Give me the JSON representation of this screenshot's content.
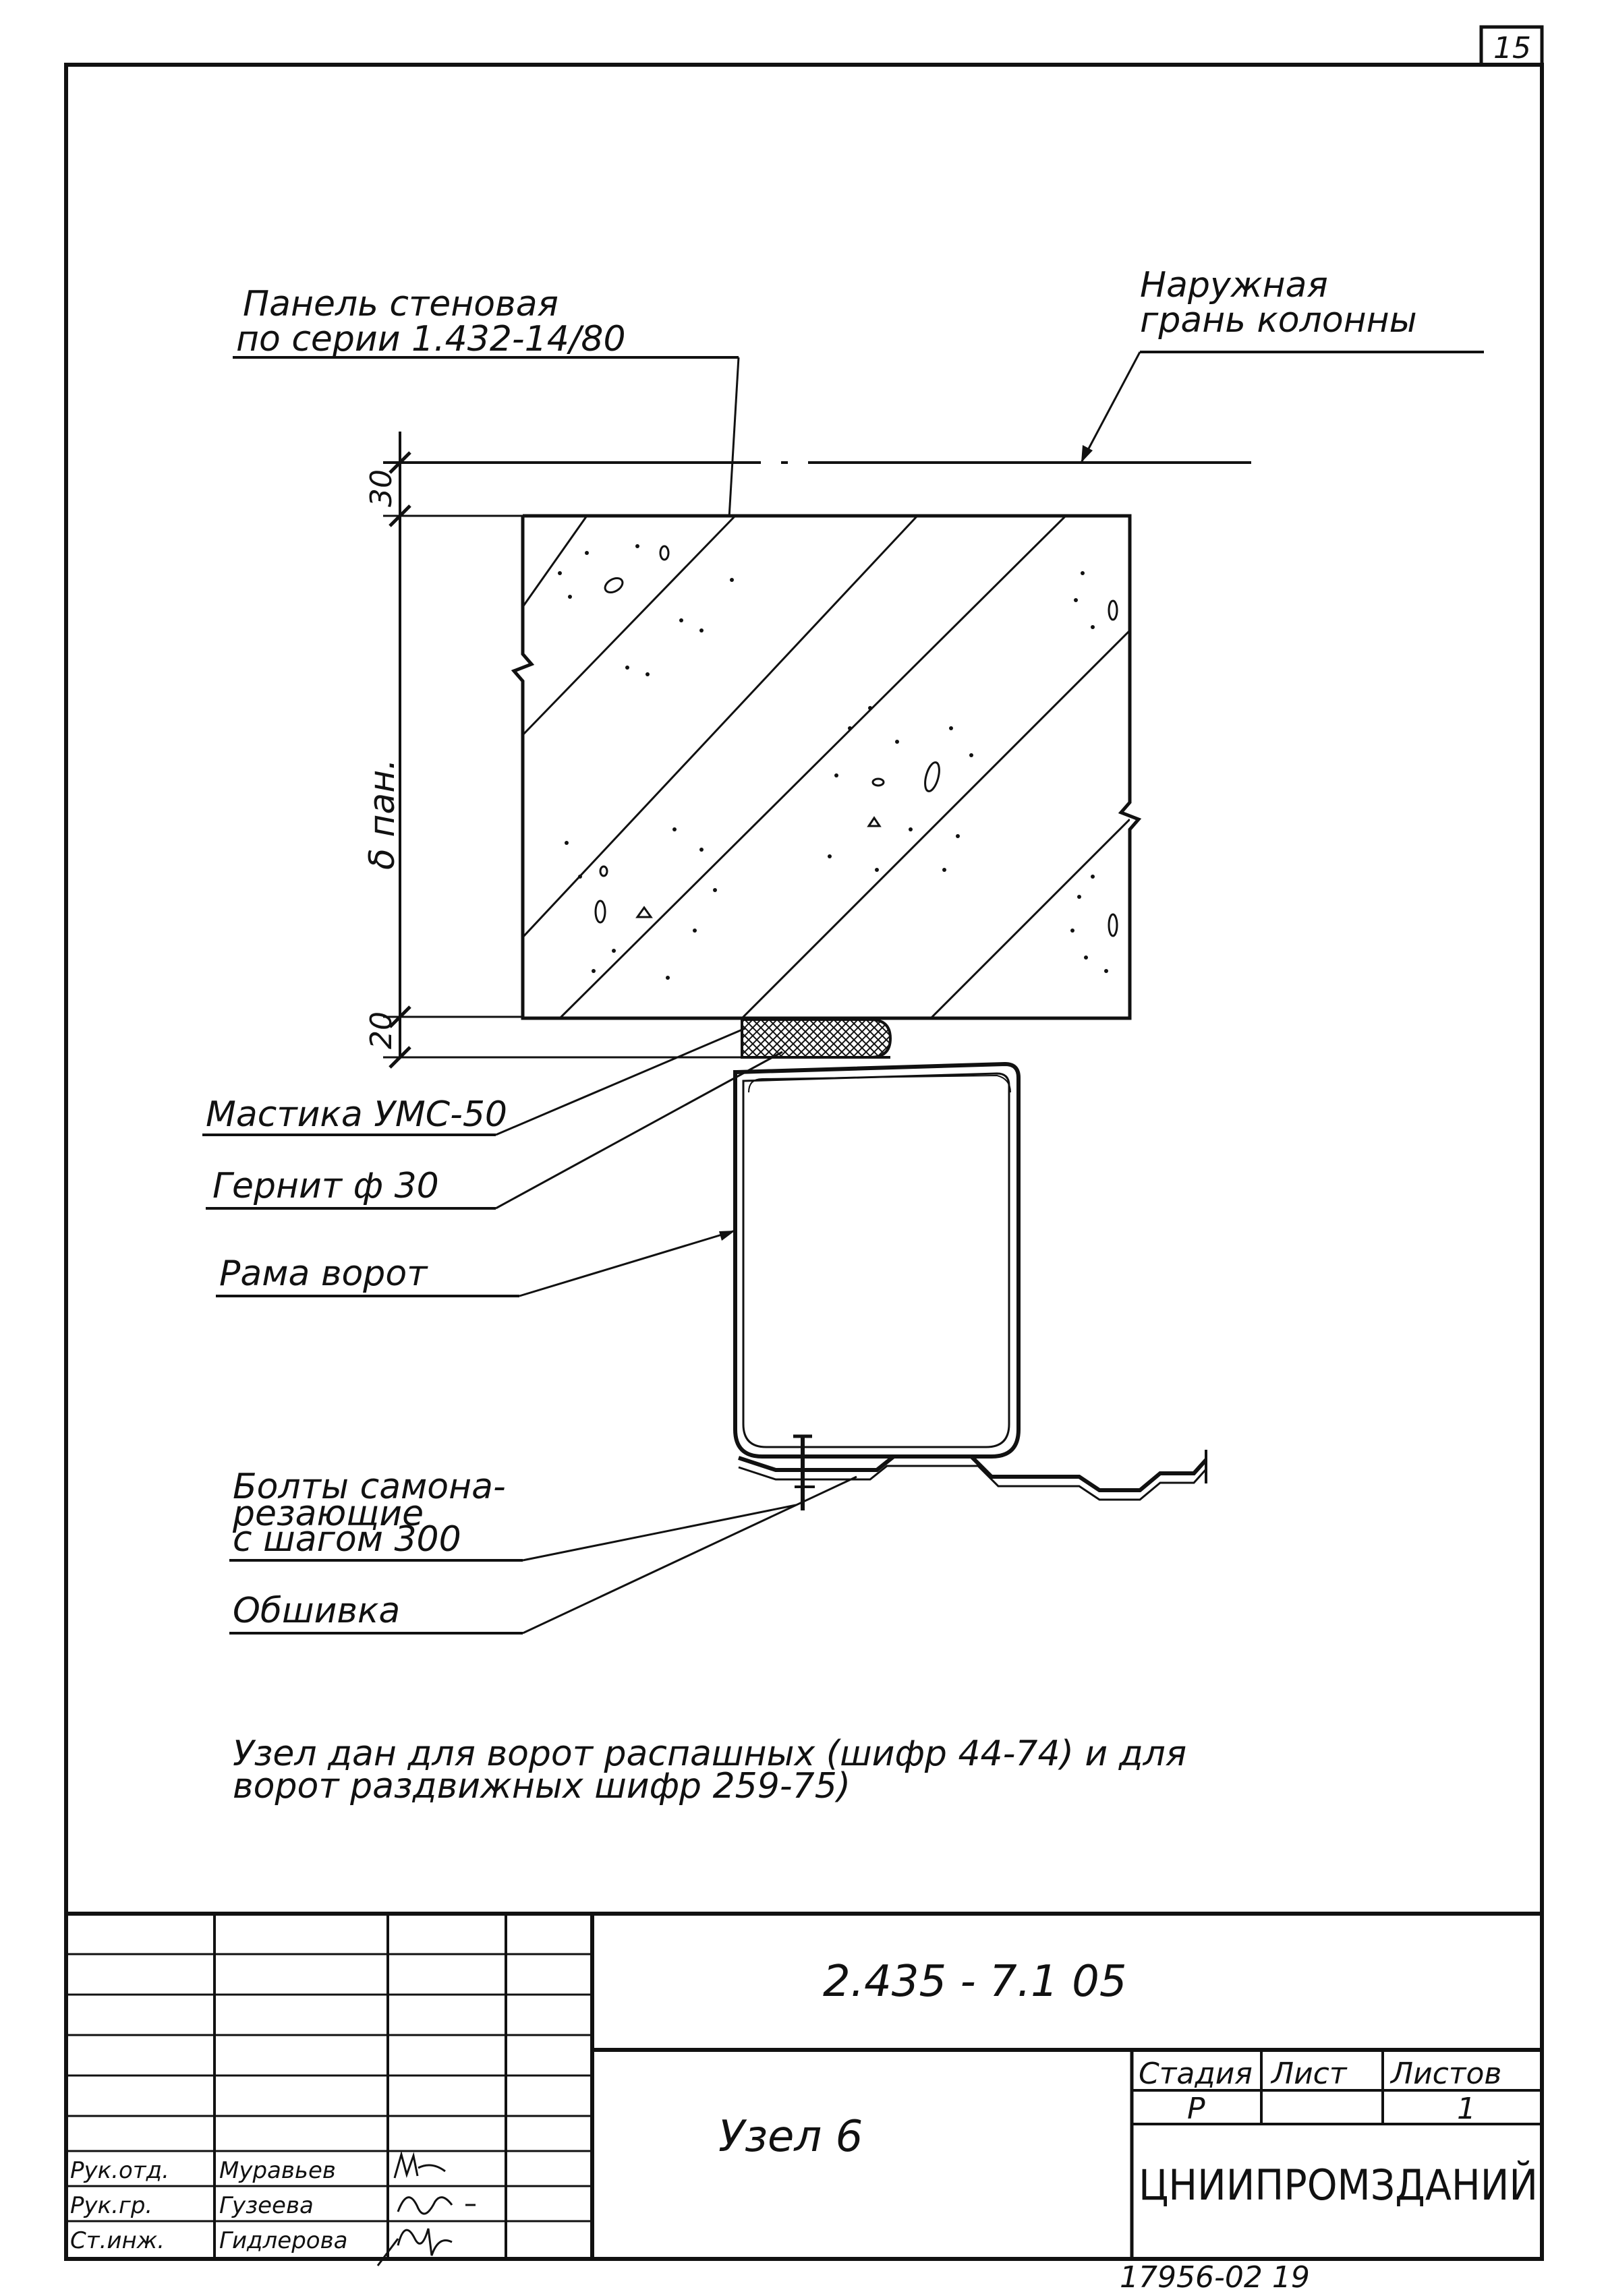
{
  "sheet_corner_mark": "15",
  "labels": {
    "panel": [
      "Панель стеновая",
      "по серии 1.432-14/80"
    ],
    "column_face": [
      "Наружная",
      "грань колонны"
    ],
    "mastic": "Мастика УМС-50",
    "gernit": "Гернит ф 30",
    "gate_frame": "Рама ворот",
    "bolts": [
      "Болты самона-",
      "резающие",
      "с шагом 300"
    ],
    "sheathing": "Обшивка"
  },
  "dimensions": {
    "top_gap": "30",
    "panel_thickness": "δ пан.",
    "bottom_gap": "20"
  },
  "note": [
    "Узел дан для ворот распашных (шифр 44-74) и для",
    "ворот раздвижных шифр 259-75)"
  ],
  "title_block": {
    "doc_code": "2.435 - 7.1 05",
    "title": "Узел 6",
    "stage_header": "Стадия",
    "sheet_header": "Лист",
    "sheets_header": "Листов",
    "stage_value": "Р",
    "sheet_value": "",
    "sheets_value": "1",
    "organization": "ЦНИИПРОМЗДАНИЙ",
    "rows": [
      {
        "role": "Рук.отд.",
        "name": "Муравьев",
        "sign": "Мур"
      },
      {
        "role": "Рук.гр.",
        "name": "Гузеева",
        "sign": "Гуз"
      },
      {
        "role": "Ст.инж.",
        "name": "Гидлерова",
        "sign": "Гид"
      }
    ]
  },
  "footer_code": "17956-02 19"
}
